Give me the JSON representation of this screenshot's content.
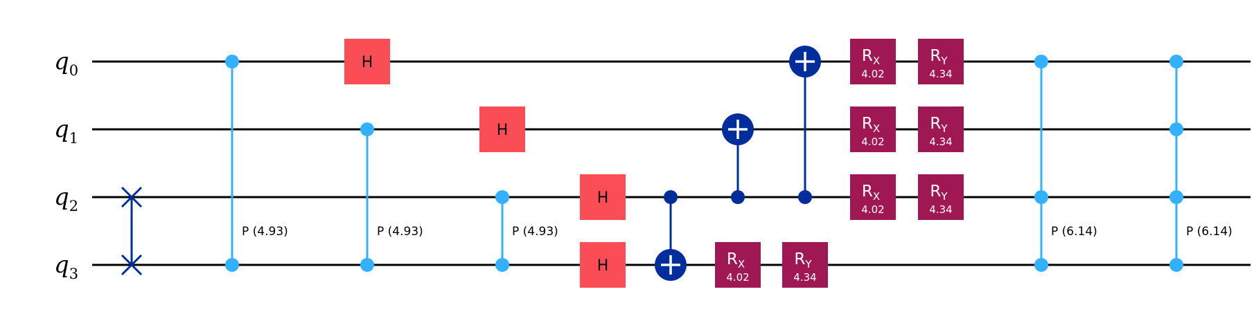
{
  "diagram": {
    "type": "quantum-circuit",
    "colors": {
      "wire": "#000000",
      "hadamard": "#fa4d56",
      "rotation": "#9f1853",
      "phase": "#33b1ff",
      "cnot": "#002d9c",
      "swap": "#002d9c"
    },
    "qubits": [
      {
        "name": "q",
        "index": "0"
      },
      {
        "name": "q",
        "index": "1"
      },
      {
        "name": "q",
        "index": "2"
      },
      {
        "name": "q",
        "index": "3"
      }
    ],
    "gates": [
      {
        "type": "swap",
        "qubits": [
          2,
          3
        ]
      },
      {
        "type": "cphase",
        "qubits": [
          0,
          3
        ],
        "label": "P (4.93)"
      },
      {
        "type": "h",
        "qubit": 0,
        "label": "H"
      },
      {
        "type": "cphase",
        "qubits": [
          1,
          3
        ],
        "label": "P (4.93)"
      },
      {
        "type": "h",
        "qubit": 1,
        "label": "H"
      },
      {
        "type": "cphase",
        "qubits": [
          2,
          3
        ],
        "label": "P (4.93)"
      },
      {
        "type": "h",
        "qubit": 2,
        "label": "H"
      },
      {
        "type": "h",
        "qubit": 3,
        "label": "H"
      },
      {
        "type": "cx",
        "control": 2,
        "target": 3
      },
      {
        "type": "rx",
        "qubit": 3,
        "label": "R",
        "sub": "X",
        "param": "4.02"
      },
      {
        "type": "cx",
        "control": 2,
        "target": 1
      },
      {
        "type": "ry",
        "qubit": 3,
        "label": "R",
        "sub": "Y",
        "param": "4.34"
      },
      {
        "type": "cx",
        "control": 2,
        "target": 0
      },
      {
        "type": "rx",
        "qubit": 0,
        "label": "R",
        "sub": "X",
        "param": "4.02"
      },
      {
        "type": "rx",
        "qubit": 1,
        "label": "R",
        "sub": "X",
        "param": "4.02"
      },
      {
        "type": "rx",
        "qubit": 2,
        "label": "R",
        "sub": "X",
        "param": "4.02"
      },
      {
        "type": "ry",
        "qubit": 0,
        "label": "R",
        "sub": "Y",
        "param": "4.34"
      },
      {
        "type": "ry",
        "qubit": 1,
        "label": "R",
        "sub": "Y",
        "param": "4.34"
      },
      {
        "type": "ry",
        "qubit": 2,
        "label": "R",
        "sub": "Y",
        "param": "4.34"
      },
      {
        "type": "mcphase",
        "qubits": [
          0,
          2,
          3
        ],
        "label": "P (6.14)"
      },
      {
        "type": "mcphase",
        "qubits": [
          0,
          1,
          2,
          3
        ],
        "label": "P (6.14)"
      }
    ]
  }
}
